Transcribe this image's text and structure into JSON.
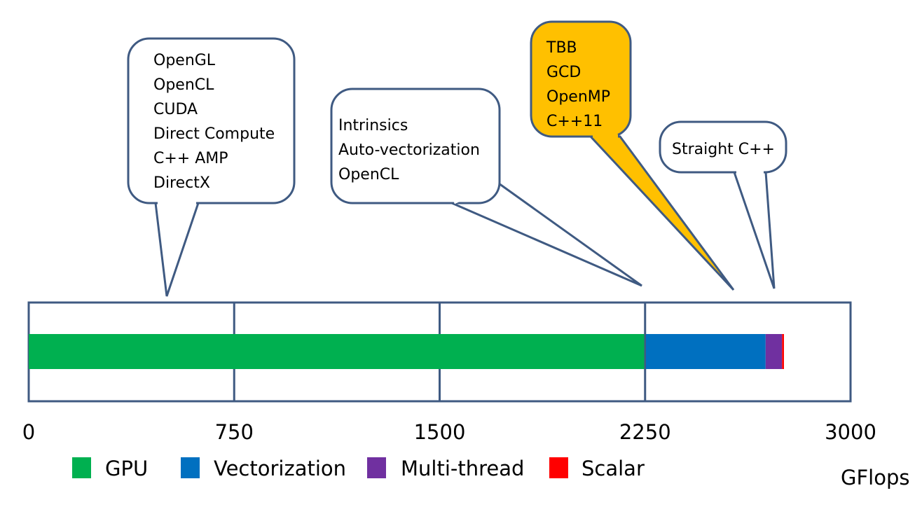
{
  "chart_data": {
    "type": "bar",
    "orientation": "horizontal-stacked",
    "xlim": [
      0,
      3000
    ],
    "x_ticks": [
      "0",
      "750",
      "1500",
      "2250",
      "3000"
    ],
    "x_unit": "GFlops",
    "grid": true,
    "series": [
      {
        "name": "GPU",
        "value": 2250,
        "color": "#00b050"
      },
      {
        "name": "Vectorization",
        "value": 440,
        "color": "#0070c0"
      },
      {
        "name": "Multi-thread",
        "value": 60,
        "color": "#7030a0"
      },
      {
        "name": "Scalar",
        "value": 7,
        "color": "#ff0000"
      }
    ],
    "legend_position": "bottom",
    "callouts": [
      {
        "lines": [
          "OpenGL",
          "OpenCL",
          "CUDA",
          "Direct Compute",
          "C++ AMP",
          "DirectX"
        ],
        "target": 500,
        "fill": "#ffffff"
      },
      {
        "lines": [
          "Intrinsics",
          "Auto-vectorization",
          "OpenCL"
        ],
        "target": 2250,
        "fill": "#ffffff"
      },
      {
        "lines": [
          "TBB",
          "GCD",
          "OpenMP",
          "C++11"
        ],
        "target": 2570,
        "fill": "#ffc000"
      },
      {
        "lines": [
          "Straight C++"
        ],
        "target": 2720,
        "fill": "#ffffff"
      }
    ]
  },
  "colors": {
    "outline": "#3f5a82",
    "background": "#ffffff"
  }
}
